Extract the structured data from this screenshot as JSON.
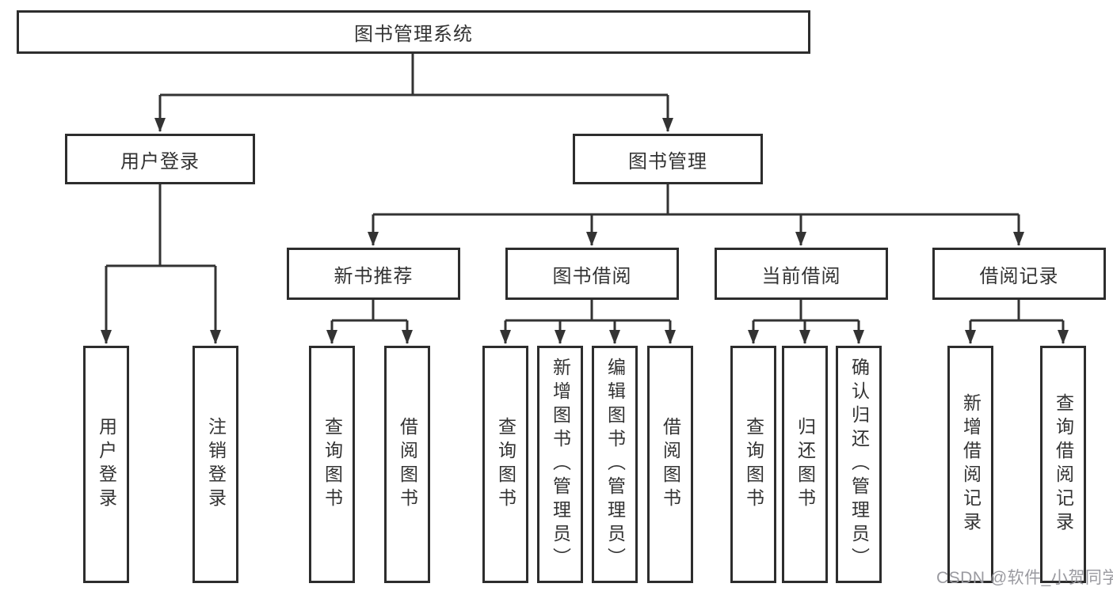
{
  "tree": {
    "label": "图书管理系统",
    "children": [
      {
        "label": "用户登录",
        "children": [
          {
            "label": "用户登录"
          },
          {
            "label": "注销登录"
          }
        ]
      },
      {
        "label": "图书管理",
        "children": [
          {
            "label": "新书推荐",
            "children": [
              {
                "label": "查询图书"
              },
              {
                "label": "借阅图书"
              }
            ]
          },
          {
            "label": "图书借阅",
            "children": [
              {
                "label": "查询图书"
              },
              {
                "label": "新增图书（管理员）"
              },
              {
                "label": "编辑图书（管理员）"
              },
              {
                "label": "借阅图书"
              }
            ]
          },
          {
            "label": "当前借阅",
            "children": [
              {
                "label": "查询图书"
              },
              {
                "label": "归还图书"
              },
              {
                "label": "确认归还（管理员）"
              }
            ]
          },
          {
            "label": "借阅记录",
            "children": [
              {
                "label": "新增借阅记录"
              },
              {
                "label": "查询借阅记录"
              }
            ]
          }
        ]
      }
    ]
  },
  "watermark": {
    "text": "CSDN @软件_小贺同学"
  },
  "colors": {
    "line": "#333333",
    "border": "#2d2d2d",
    "text": "#333333",
    "box_fill": "#ffffff",
    "background": "#ffffff",
    "watermark": "#9a9aa0"
  }
}
